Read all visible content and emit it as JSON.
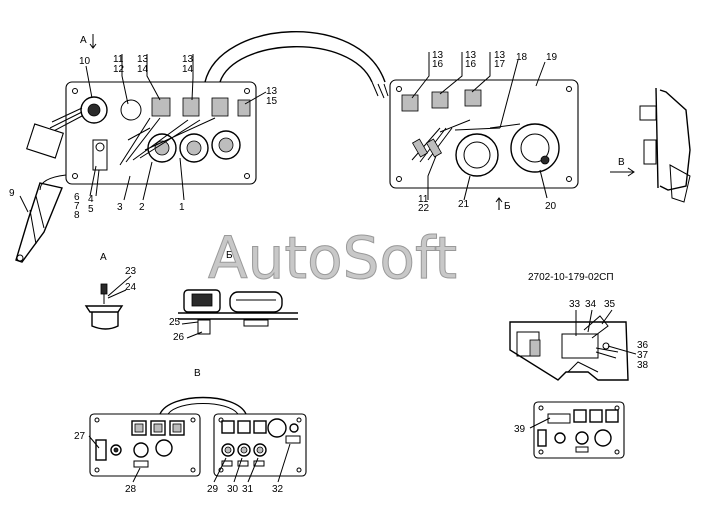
{
  "watermark": "AutoSoft",
  "drawing_code": "2702-10-179-02СП",
  "views": {
    "a_top": "А",
    "a": "А",
    "b": "Б",
    "b_arrow": "Б",
    "v_side": "В",
    "v": "В"
  },
  "labels": {
    "n1": "1",
    "n2": "2",
    "n3": "3",
    "n9": "9",
    "n10": "10",
    "n11a": "11",
    "n12a": "12",
    "n13a": "13",
    "n14a": "14",
    "n13b": "13",
    "n14b": "14",
    "n13c": "13",
    "n15c": "15",
    "n6": "6",
    "n7": "7",
    "n8": "8",
    "n4": "4",
    "n5": "5",
    "n13d": "13",
    "n16d": "16",
    "n13e": "13",
    "n16e": "16",
    "n13f": "13",
    "n17f": "17",
    "n18": "18",
    "n19": "19",
    "n11g": "11",
    "n22g": "22",
    "n21": "21",
    "n20": "20",
    "n23": "23",
    "n24": "24",
    "n25": "25",
    "n26": "26",
    "n33": "33",
    "n34": "34",
    "n35": "35",
    "n36": "36",
    "n37": "37",
    "n38": "38",
    "n27": "27",
    "n28": "28",
    "n29": "29",
    "n30": "30",
    "n31": "31",
    "n32": "32",
    "n39": "39"
  }
}
